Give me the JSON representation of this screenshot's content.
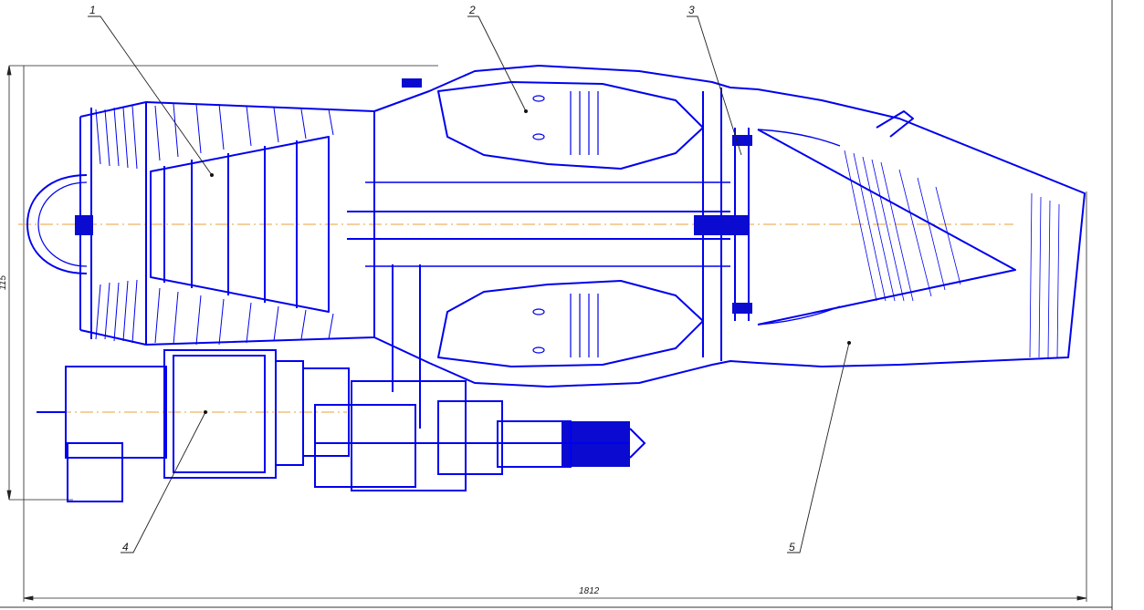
{
  "drawing": {
    "callouts": [
      {
        "id": "1",
        "label": "1"
      },
      {
        "id": "2",
        "label": "2"
      },
      {
        "id": "3",
        "label": "3"
      },
      {
        "id": "4",
        "label": "4"
      },
      {
        "id": "5",
        "label": "5"
      }
    ],
    "dimensions": {
      "overall_length": "1812",
      "height": "115"
    },
    "colors": {
      "line": "#0000ee",
      "fill_dark": "#0a0ad0",
      "centerline": "#e8a23a",
      "leader": "#222222",
      "frame": "#333333"
    }
  }
}
